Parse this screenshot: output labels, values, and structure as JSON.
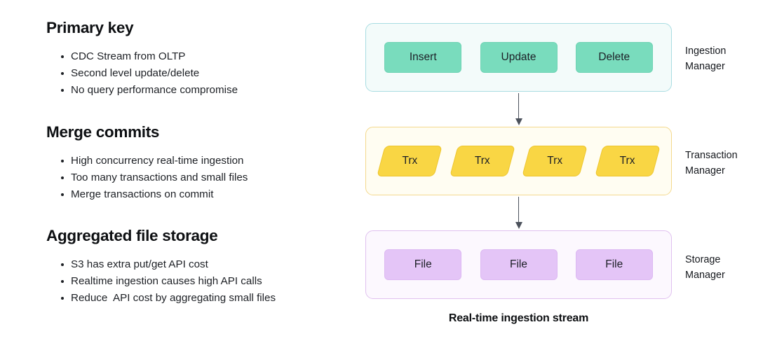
{
  "left_column": {
    "sections": [
      {
        "title": "Primary key",
        "bullets": [
          "CDC Stream from OLTP",
          "Second level update/delete",
          "No query performance compromise"
        ]
      },
      {
        "title": "Merge commits",
        "bullets": [
          "High concurrency real-time ingestion",
          "Too many transactions and small files",
          "Merge transactions on commit"
        ]
      },
      {
        "title": "Aggregated file storage",
        "bullets": [
          "S3 has extra put/get API cost",
          "Realtime ingestion causes high API calls",
          "Reduce  API cost by aggregating small files"
        ]
      }
    ]
  },
  "diagram": {
    "caption": "Real-time ingestion stream",
    "layers": [
      {
        "id": "ingestion",
        "side_label": "Ingestion\nManager",
        "side_label_line1": "Ingestion",
        "side_label_line2": "Manager",
        "panel_bg": "#f3fbfa",
        "panel_border": "#a9dde2",
        "node_fill": "#79dcbd",
        "nodes": [
          "Insert",
          "Update",
          "Delete"
        ]
      },
      {
        "id": "transaction",
        "side_label_line1": "Transaction",
        "side_label_line2": "Manager",
        "panel_bg": "#fffdf2",
        "panel_border": "#f4d98d",
        "node_fill": "#f9d644",
        "nodes": [
          "Trx",
          "Trx",
          "Trx",
          "Trx"
        ]
      },
      {
        "id": "storage",
        "side_label_line1": "Storage",
        "side_label_line2": "Manager",
        "panel_bg": "#fcf8fe",
        "panel_border": "#e0c1ef",
        "node_fill": "#e4c5f7",
        "nodes": [
          "File",
          "File",
          "File"
        ]
      }
    ],
    "arrows": [
      {
        "from": "ingestion",
        "to": "transaction",
        "color": "#4c525c"
      },
      {
        "from": "transaction",
        "to": "storage",
        "color": "#4c525c"
      }
    ]
  }
}
